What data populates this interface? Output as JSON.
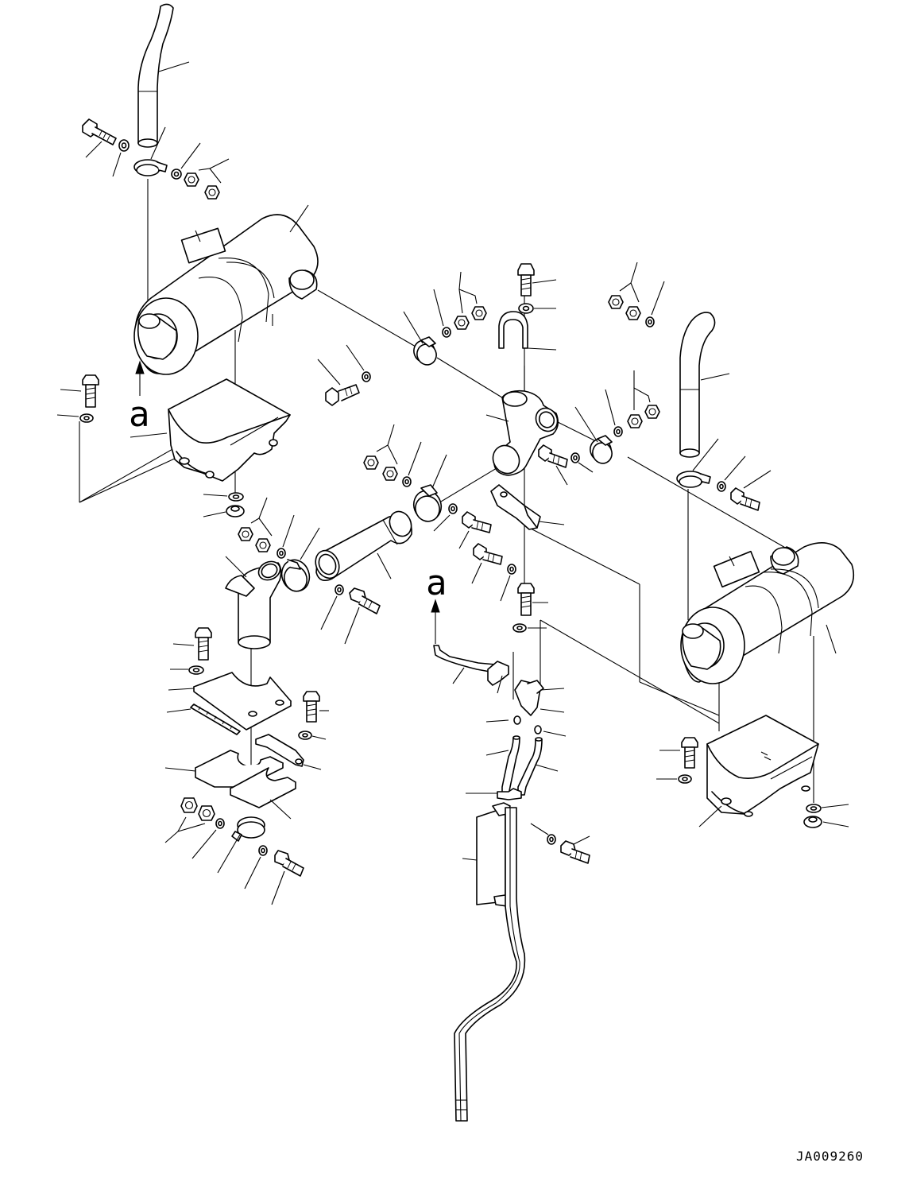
{
  "diagram": {
    "view_label_left": "a",
    "view_label_center": "a",
    "document_id": "JA009260"
  }
}
